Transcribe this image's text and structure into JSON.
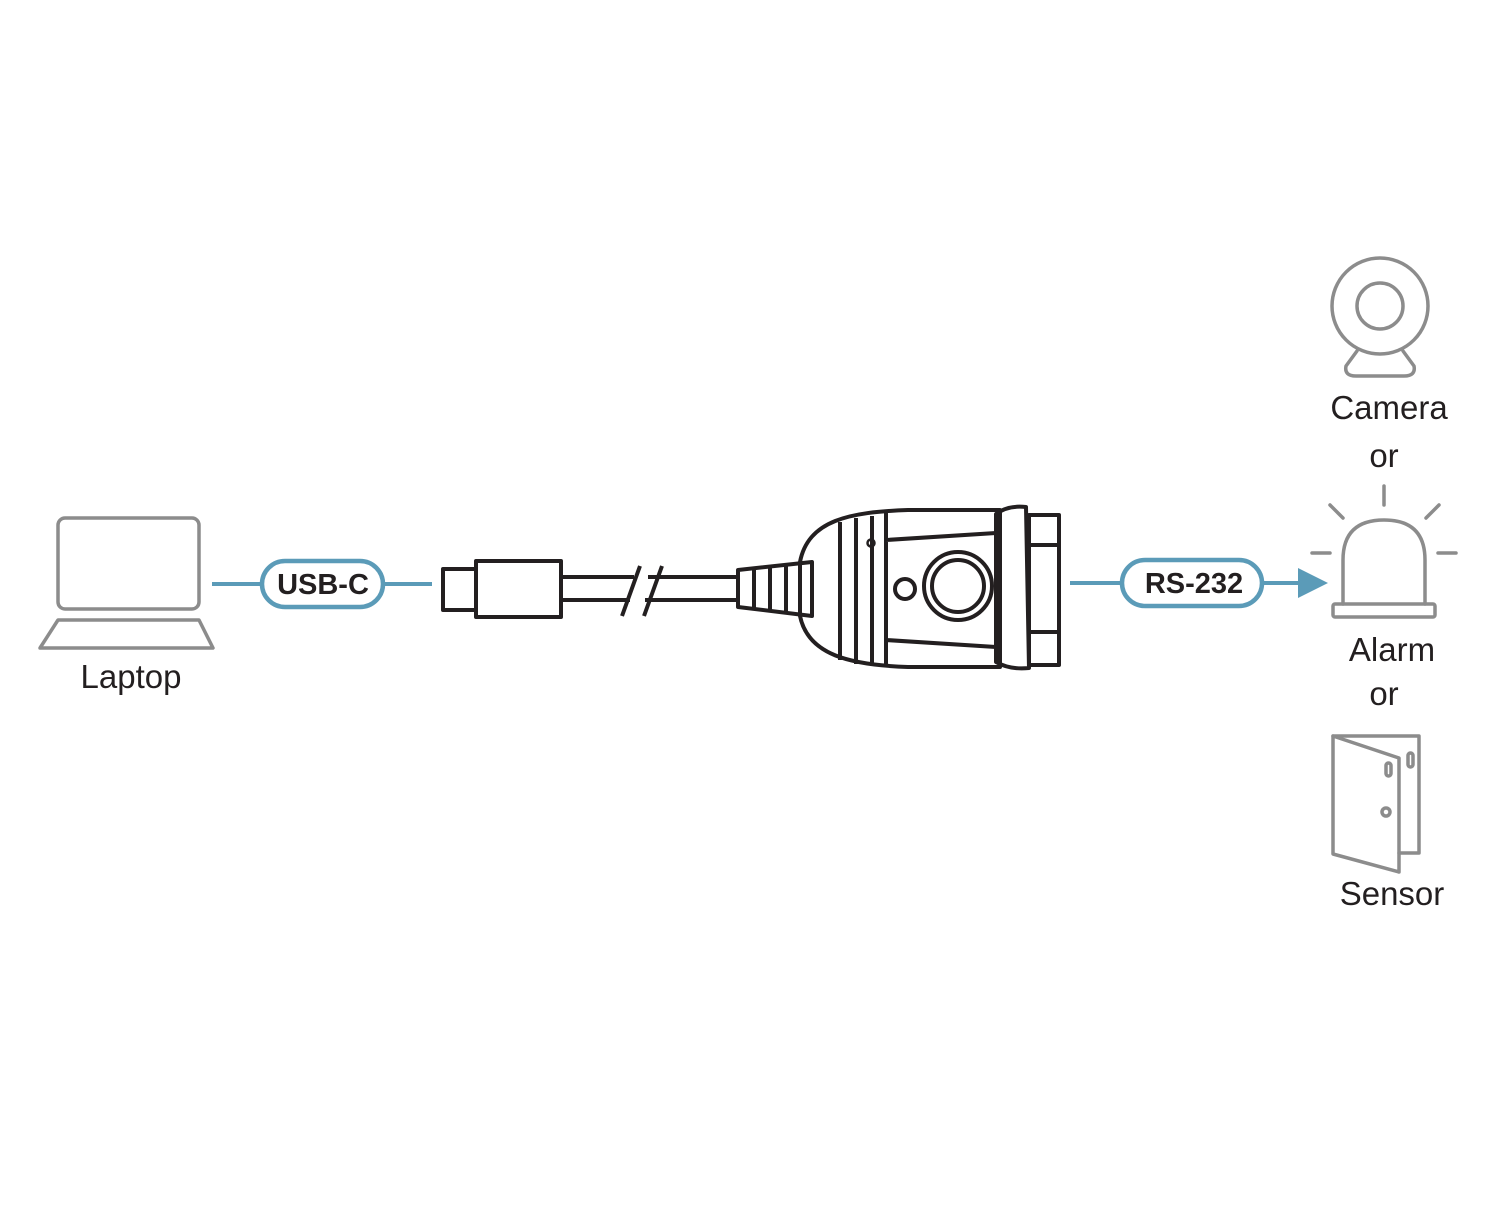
{
  "devices": {
    "laptop": {
      "label": "Laptop",
      "icon": "laptop-icon"
    },
    "camera": {
      "label": "Camera",
      "icon": "webcam-icon"
    },
    "alarm": {
      "label": "Alarm",
      "icon": "alarm-light-icon"
    },
    "sensor": {
      "label": "Sensor",
      "icon": "door-sensor-icon"
    }
  },
  "separators": {
    "or_1": "or",
    "or_2": "or"
  },
  "connections": {
    "usb": {
      "label": "USB-C"
    },
    "serial": {
      "label": "RS-232"
    }
  },
  "colors": {
    "link_line": "#5b9bb8",
    "device_outline": "#8c8c8c",
    "cable_outline": "#231f20"
  }
}
